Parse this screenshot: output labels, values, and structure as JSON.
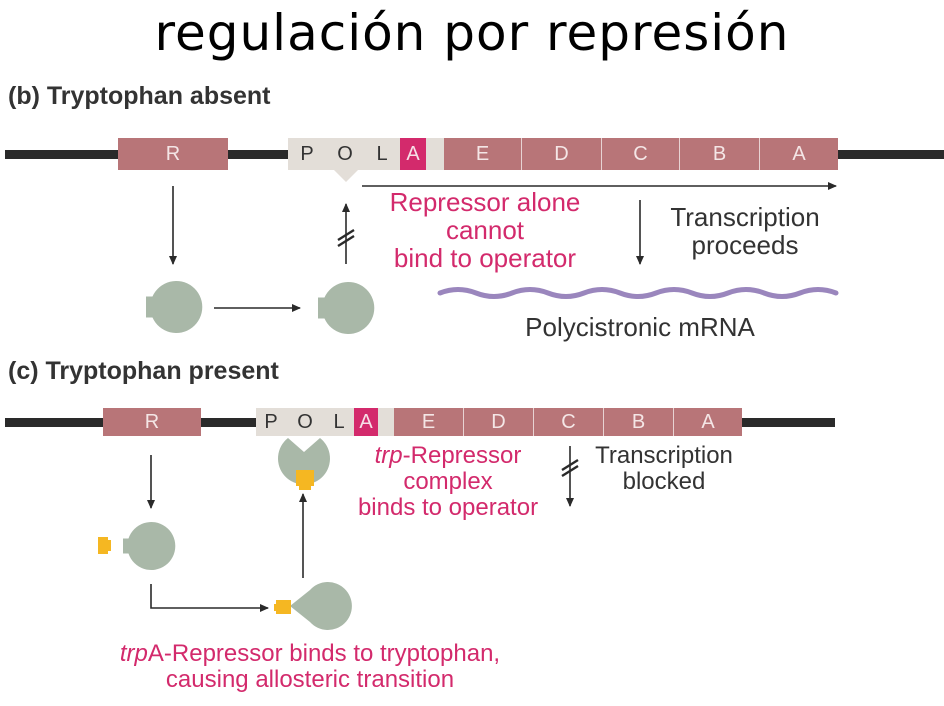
{
  "title": "regulación por represión",
  "panel_b": {
    "label": "(b) Tryptophan absent",
    "regulator_gene": "R",
    "control_region": [
      "P",
      "O",
      "L",
      "A"
    ],
    "structural_genes": [
      "E",
      "D",
      "C",
      "B",
      "A"
    ],
    "repressor_note": [
      "Repressor alone",
      "cannot",
      "bind to operator"
    ],
    "transcription_note": [
      "Transcription",
      "proceeds"
    ],
    "mrna_label": "Polycistronic mRNA"
  },
  "panel_c": {
    "label": "(c) Tryptophan present",
    "regulator_gene": "R",
    "control_region": [
      "P",
      "O",
      "L",
      "A"
    ],
    "structural_genes": [
      "E",
      "D",
      "C",
      "B",
      "A"
    ],
    "complex_note_prefix": "trp",
    "complex_note": [
      "-Repressor",
      "complex",
      "binds to operator"
    ],
    "transcription_note": [
      "Transcription",
      "blocked"
    ],
    "bottom_note_prefix": "trp",
    "bottom_note": [
      "A-Repressor binds to tryptophan,",
      "causing allosteric transition"
    ]
  },
  "colors": {
    "gene": "#b87578",
    "attenuator": "#d32a6c",
    "control": "#e3ded8",
    "repressor": "#a9b8a8",
    "tryptophan": "#f5b722",
    "mrna": "#9a86bd",
    "emphasis": "#d32a6c"
  }
}
